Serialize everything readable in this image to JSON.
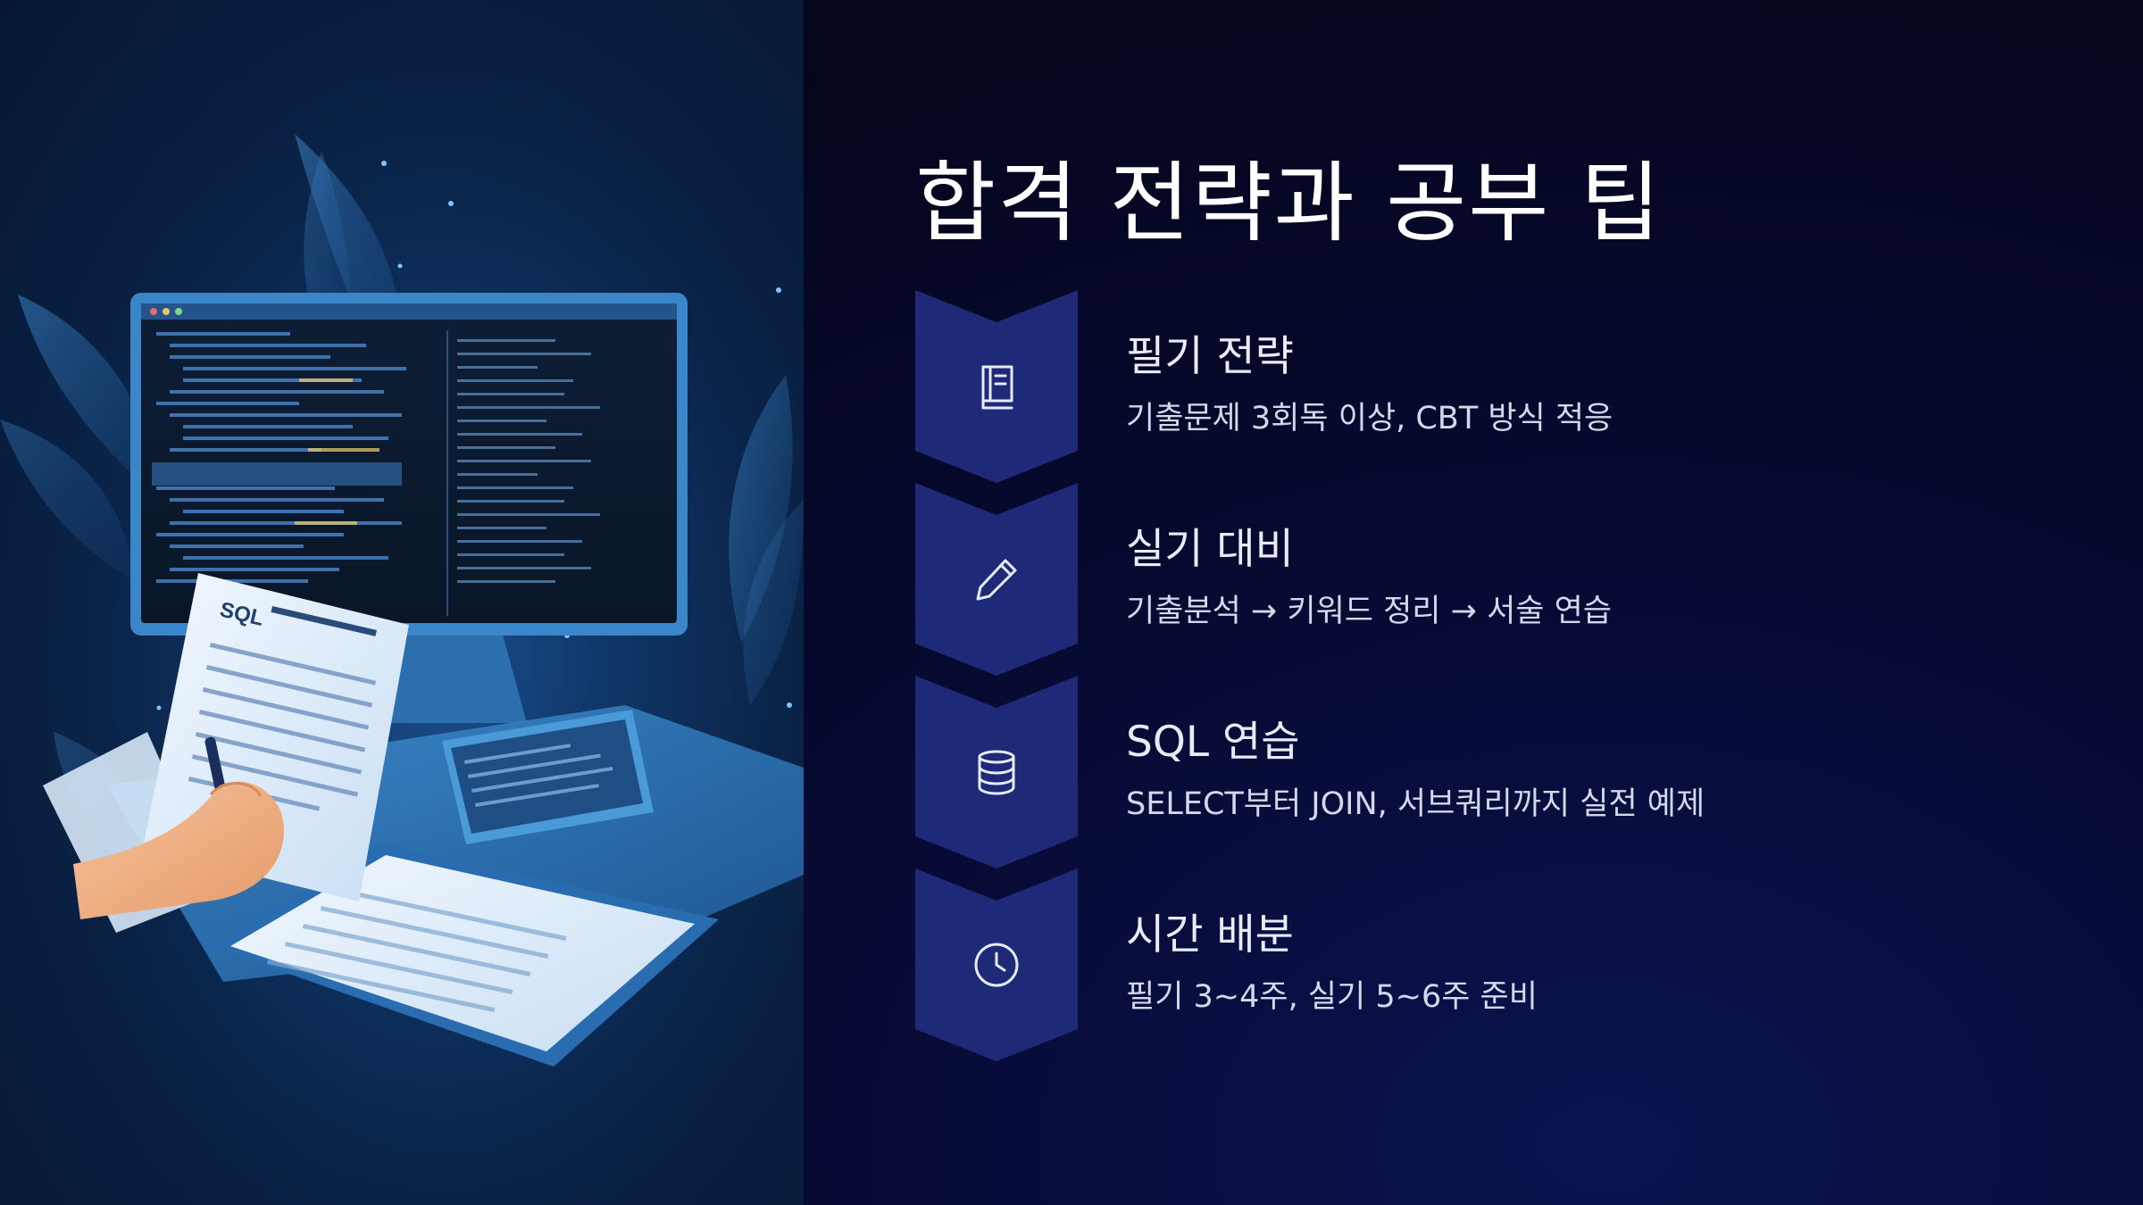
{
  "slide": {
    "title": "합격 전략과 공부 팁",
    "colors": {
      "background": "#05071f",
      "marker": "#1e2a78",
      "title_text": "#ffffff",
      "body_text": "#d3d8ea"
    }
  },
  "illustration": {
    "worksheet_heading": "SQL"
  },
  "steps": [
    {
      "icon": "book-icon",
      "title": "필기 전략",
      "description": "기출문제 3회독 이상, CBT 방식 적응"
    },
    {
      "icon": "pencil-icon",
      "title": "실기 대비",
      "description": "기출분석 → 키워드 정리 → 서술 연습"
    },
    {
      "icon": "database-icon",
      "title": "SQL 연습",
      "description": "SELECT부터 JOIN, 서브쿼리까지 실전 예제"
    },
    {
      "icon": "clock-icon",
      "title": "시간 배분",
      "description": "필기 3~4주, 실기 5~6주 준비"
    }
  ]
}
